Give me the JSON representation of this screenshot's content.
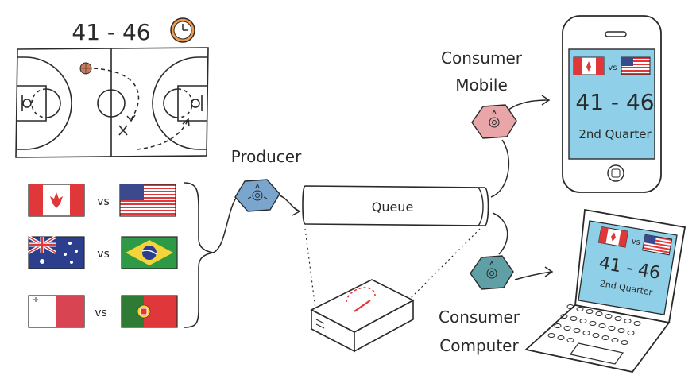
{
  "scoreboard": {
    "score": "41 - 46"
  },
  "matchups": [
    {
      "home_flag": "canada-flag",
      "vs": "vs",
      "away_flag": "usa-flag"
    },
    {
      "home_flag": "australia-flag",
      "vs": "vs",
      "away_flag": "brazil-flag"
    },
    {
      "home_flag": "malta-flag",
      "vs": "vs",
      "away_flag": "portugal-flag"
    }
  ],
  "producer": {
    "label": "Producer",
    "color": "#7aa5cc"
  },
  "queue": {
    "label": "Queue"
  },
  "consumer_mobile": {
    "label_line1": "Consumer",
    "label_line2": "Mobile",
    "color": "#e9a6a9"
  },
  "consumer_computer": {
    "label_line1": "Consumer",
    "label_line2": "Computer",
    "color": "#5fa0a6"
  },
  "phone": {
    "vs": "vs",
    "score": "41 - 46",
    "period": "2nd Quarter",
    "screen_color": "#8fd0e8"
  },
  "laptop": {
    "vs": "vs",
    "score": "41 - 46",
    "period": "2nd Quarter",
    "screen_color": "#8fd0e8"
  },
  "colors": {
    "clock": "#f29a4a",
    "ball": "#c87a5a",
    "canada_red": "#e0383a",
    "usa_blue": "#3a4a8c"
  }
}
